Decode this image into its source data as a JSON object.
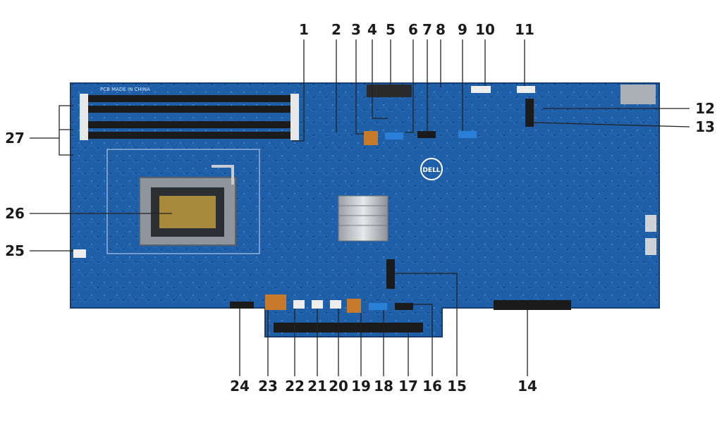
{
  "board": {
    "silkscreen": "PCB MADE IN CHINA",
    "brand": "DELL",
    "colors": {
      "pcb": "#1f5fa8",
      "pcb_dark": "#17498a",
      "slot": "#1b1b1b",
      "leader": "#222222",
      "sata": "#2a7fd6"
    }
  },
  "callouts": [
    "1",
    "2",
    "3",
    "4",
    "5",
    "6",
    "7",
    "8",
    "9",
    "10",
    "11",
    "12",
    "13",
    "14",
    "15",
    "16",
    "17",
    "18",
    "19",
    "20",
    "21",
    "22",
    "23",
    "24",
    "25",
    "26",
    "27"
  ]
}
